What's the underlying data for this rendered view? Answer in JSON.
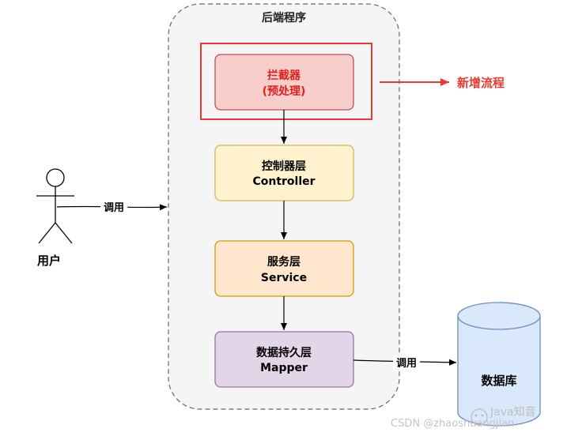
{
  "container": {
    "title": "后端程序"
  },
  "user": {
    "label": "用户"
  },
  "arrows": {
    "call_left": "调用",
    "call_right": "调用"
  },
  "boxes": [
    {
      "line1": "拦截器",
      "line2": "(预处理)",
      "fill": "#f8cecc",
      "stroke": "#b85450",
      "text_color": "#e0211b"
    },
    {
      "line1": "控制器层",
      "line2": "Controller",
      "fill": "#fff2cc",
      "stroke": "#d6b656",
      "text_color": "#000000"
    },
    {
      "line1": "服务层",
      "line2": "Service",
      "fill": "#ffe6cc",
      "stroke": "#d79b00",
      "text_color": "#000000"
    },
    {
      "line1": "数据持久层",
      "line2": "Mapper",
      "fill": "#e1d5e7",
      "stroke": "#9673a6",
      "text_color": "#000000"
    }
  ],
  "highlight": {
    "label": "新增流程",
    "color": "#e83a2e"
  },
  "database": {
    "label": "数据库",
    "fill": "#dae8fc",
    "stroke": "#6c8ebf"
  },
  "watermark": {
    "text": "CSDN @zhaoshuangjian",
    "brand": "Java知音"
  }
}
